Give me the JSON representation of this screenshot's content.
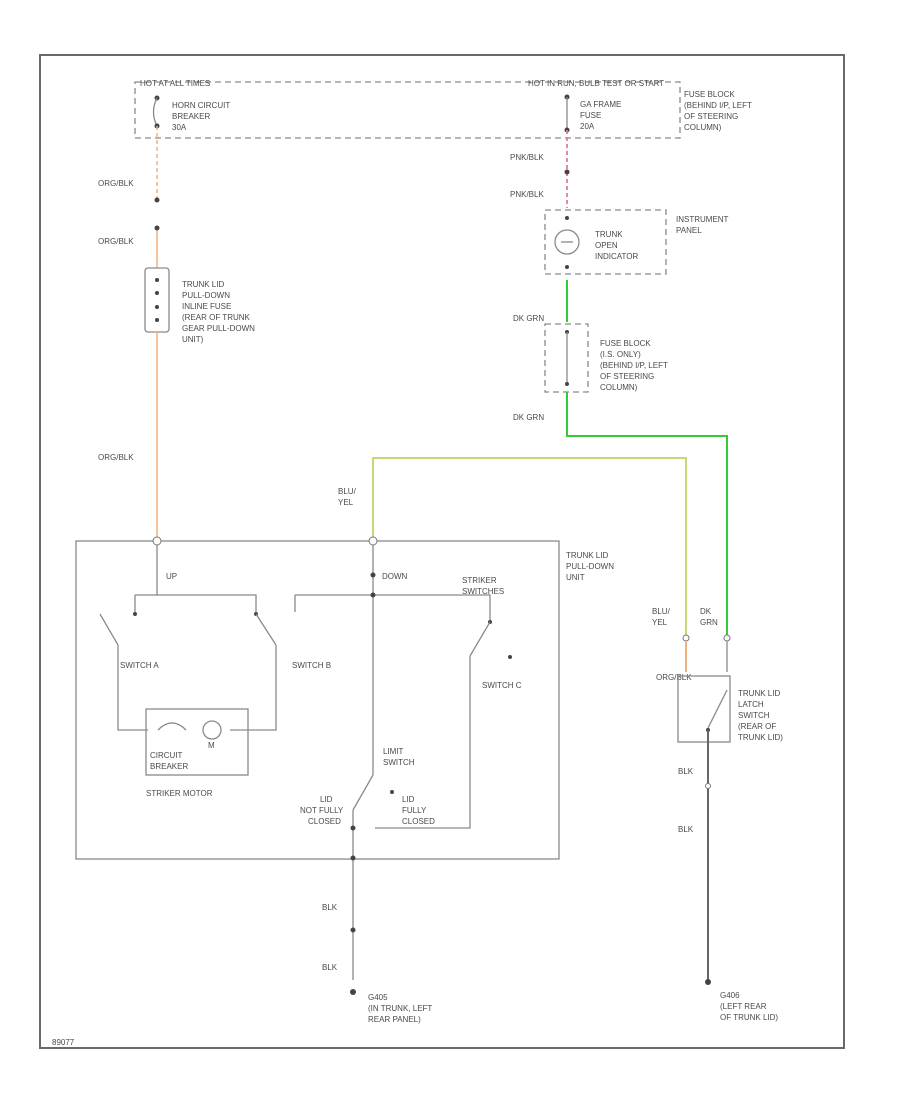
{
  "colors": {
    "org_blk": "#f2b07a",
    "pnk_blk": "#e07aa0",
    "dk_grn": "#33cc33",
    "blu_yel": "#c8d67a",
    "blk": "#666666"
  },
  "labels": {
    "hot_at_all_times": "HOT AT ALL TIMES",
    "hot_in_run_bulb_test": "HOT IN RUN, BULB TEST OR START",
    "horn_breaker": [
      "HORN CIRCUIT",
      "BREAKER",
      "30A"
    ],
    "trunk_fuse": [
      "GA FRAME",
      "FUSE",
      "20A"
    ],
    "fuse_block_top": [
      "FUSE BLOCK",
      "(BEHIND I/P, LEFT",
      "OF STEERING",
      "COLUMN)"
    ],
    "org_blk_1": "ORG/BLK",
    "org_blk_2": "ORG/BLK",
    "org_blk_3": "ORG/BLK",
    "pnk_blk_1": "PNK/BLK",
    "pnk_blk_2": "PNK/BLK",
    "trunk_open": [
      "TRUNK",
      "OPEN",
      "INDICATOR"
    ],
    "instrument_panel": [
      "INSTRUMENT",
      "PANEL"
    ],
    "inline_fuse": [
      "TRUNK LID",
      "PULL-DOWN",
      "INLINE FUSE",
      "(REAR OF TRUNK",
      "GEAR PULL-DOWN",
      "UNIT)"
    ],
    "dk_grn_1": "DK GRN",
    "dk_grn_2": "DK GRN",
    "fuse_block_mid": [
      "FUSE BLOCK",
      "(I.S. ONLY)",
      "(BEHIND I/P, LEFT",
      "OF STEERING",
      "COLUMN)"
    ],
    "blu_yel_1": [
      "BLU/",
      "YEL"
    ],
    "pull_down_unit": [
      "TRUNK LID",
      "PULL-DOWN",
      "UNIT"
    ],
    "up": "UP",
    "down": "DOWN",
    "striker_switches": [
      "STRIKER",
      "SWITCHES"
    ],
    "switch_a": "SWITCH A",
    "switch_b": "SWITCH B",
    "switch_c": "SWITCH C",
    "circuit_breaker": [
      "CIRCUIT",
      "BREAKER"
    ],
    "motor_m": "M",
    "striker_motor": "STRIKER MOTOR",
    "limit_switch": [
      "LIMIT",
      "SWITCH"
    ],
    "lid_not_fully_closed": [
      "LID",
      "NOT FULLY",
      "CLOSED"
    ],
    "lid_fully_closed": [
      "LID",
      "FULLY",
      "CLOSED"
    ],
    "blu_yel_2": [
      "BLU/",
      "YEL"
    ],
    "dk_grn_3": [
      "DK",
      "GRN"
    ],
    "org_blk_4": "ORG/BLK",
    "latch_switch": [
      "TRUNK LID",
      "LATCH",
      "SWITCH",
      "(REAR OF",
      "TRUNK LID)"
    ],
    "blk_1": "BLK",
    "blk_2": "BLK",
    "blk_3": "BLK",
    "blk_4": "BLK",
    "ground_left": [
      "G405",
      "(IN TRUNK, LEFT",
      "REAR PANEL)"
    ],
    "ground_right": [
      "G406",
      "(LEFT REAR",
      "OF TRUNK LID)"
    ],
    "fig_id": "89077"
  }
}
